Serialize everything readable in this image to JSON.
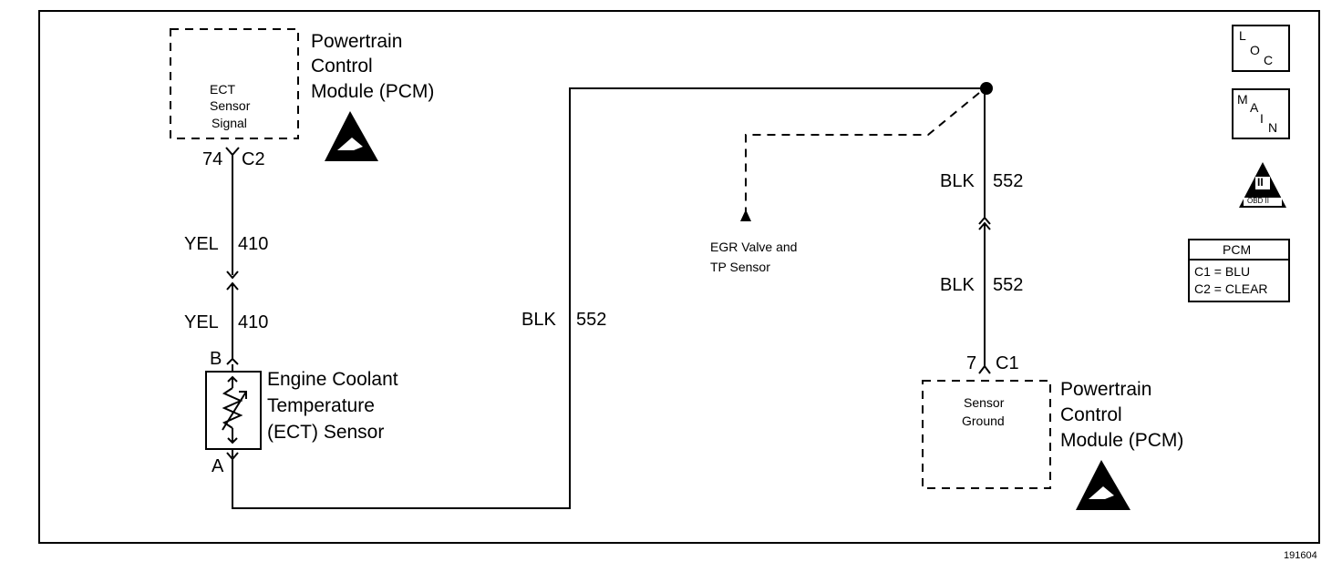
{
  "pcm_top": {
    "title_line1": "Powertrain",
    "title_line2": "Control",
    "title_line3": "Module (PCM)",
    "signal_line1": "ECT",
    "signal_line2": "Sensor",
    "signal_line3": "Signal",
    "pin": "74",
    "connector": "C2"
  },
  "wire_yel_upper": {
    "color": "YEL",
    "circuit": "410"
  },
  "wire_yel_lower": {
    "color": "YEL",
    "circuit": "410"
  },
  "ect_sensor": {
    "pin_b": "B",
    "pin_a": "A",
    "name_line1": "Engine Coolant",
    "name_line2": "Temperature",
    "name_line3": "(ECT) Sensor"
  },
  "wire_blk_middle": {
    "color": "BLK",
    "circuit": "552"
  },
  "egr_tp": {
    "line1": "EGR Valve and",
    "line2": "TP Sensor"
  },
  "wire_blk_upper": {
    "color": "BLK",
    "circuit": "552"
  },
  "wire_blk_lower": {
    "color": "BLK",
    "circuit": "552"
  },
  "pcm_bottom": {
    "pin": "7",
    "connector": "C1",
    "ground_line1": "Sensor",
    "ground_line2": "Ground",
    "title_line1": "Powertrain",
    "title_line2": "Control",
    "title_line3": "Module (PCM)"
  },
  "legend": {
    "loc_l": "L",
    "loc_o": "O",
    "loc_c": "C",
    "main_m": "M",
    "main_a": "A",
    "main_i": "I",
    "main_n": "N",
    "obd_numeral": "II",
    "obd_label": "OBD II",
    "pcm_title": "PCM",
    "pcm_c1": "C1 = BLU",
    "pcm_c2": "C2 = CLEAR"
  },
  "figure_number": "191604"
}
